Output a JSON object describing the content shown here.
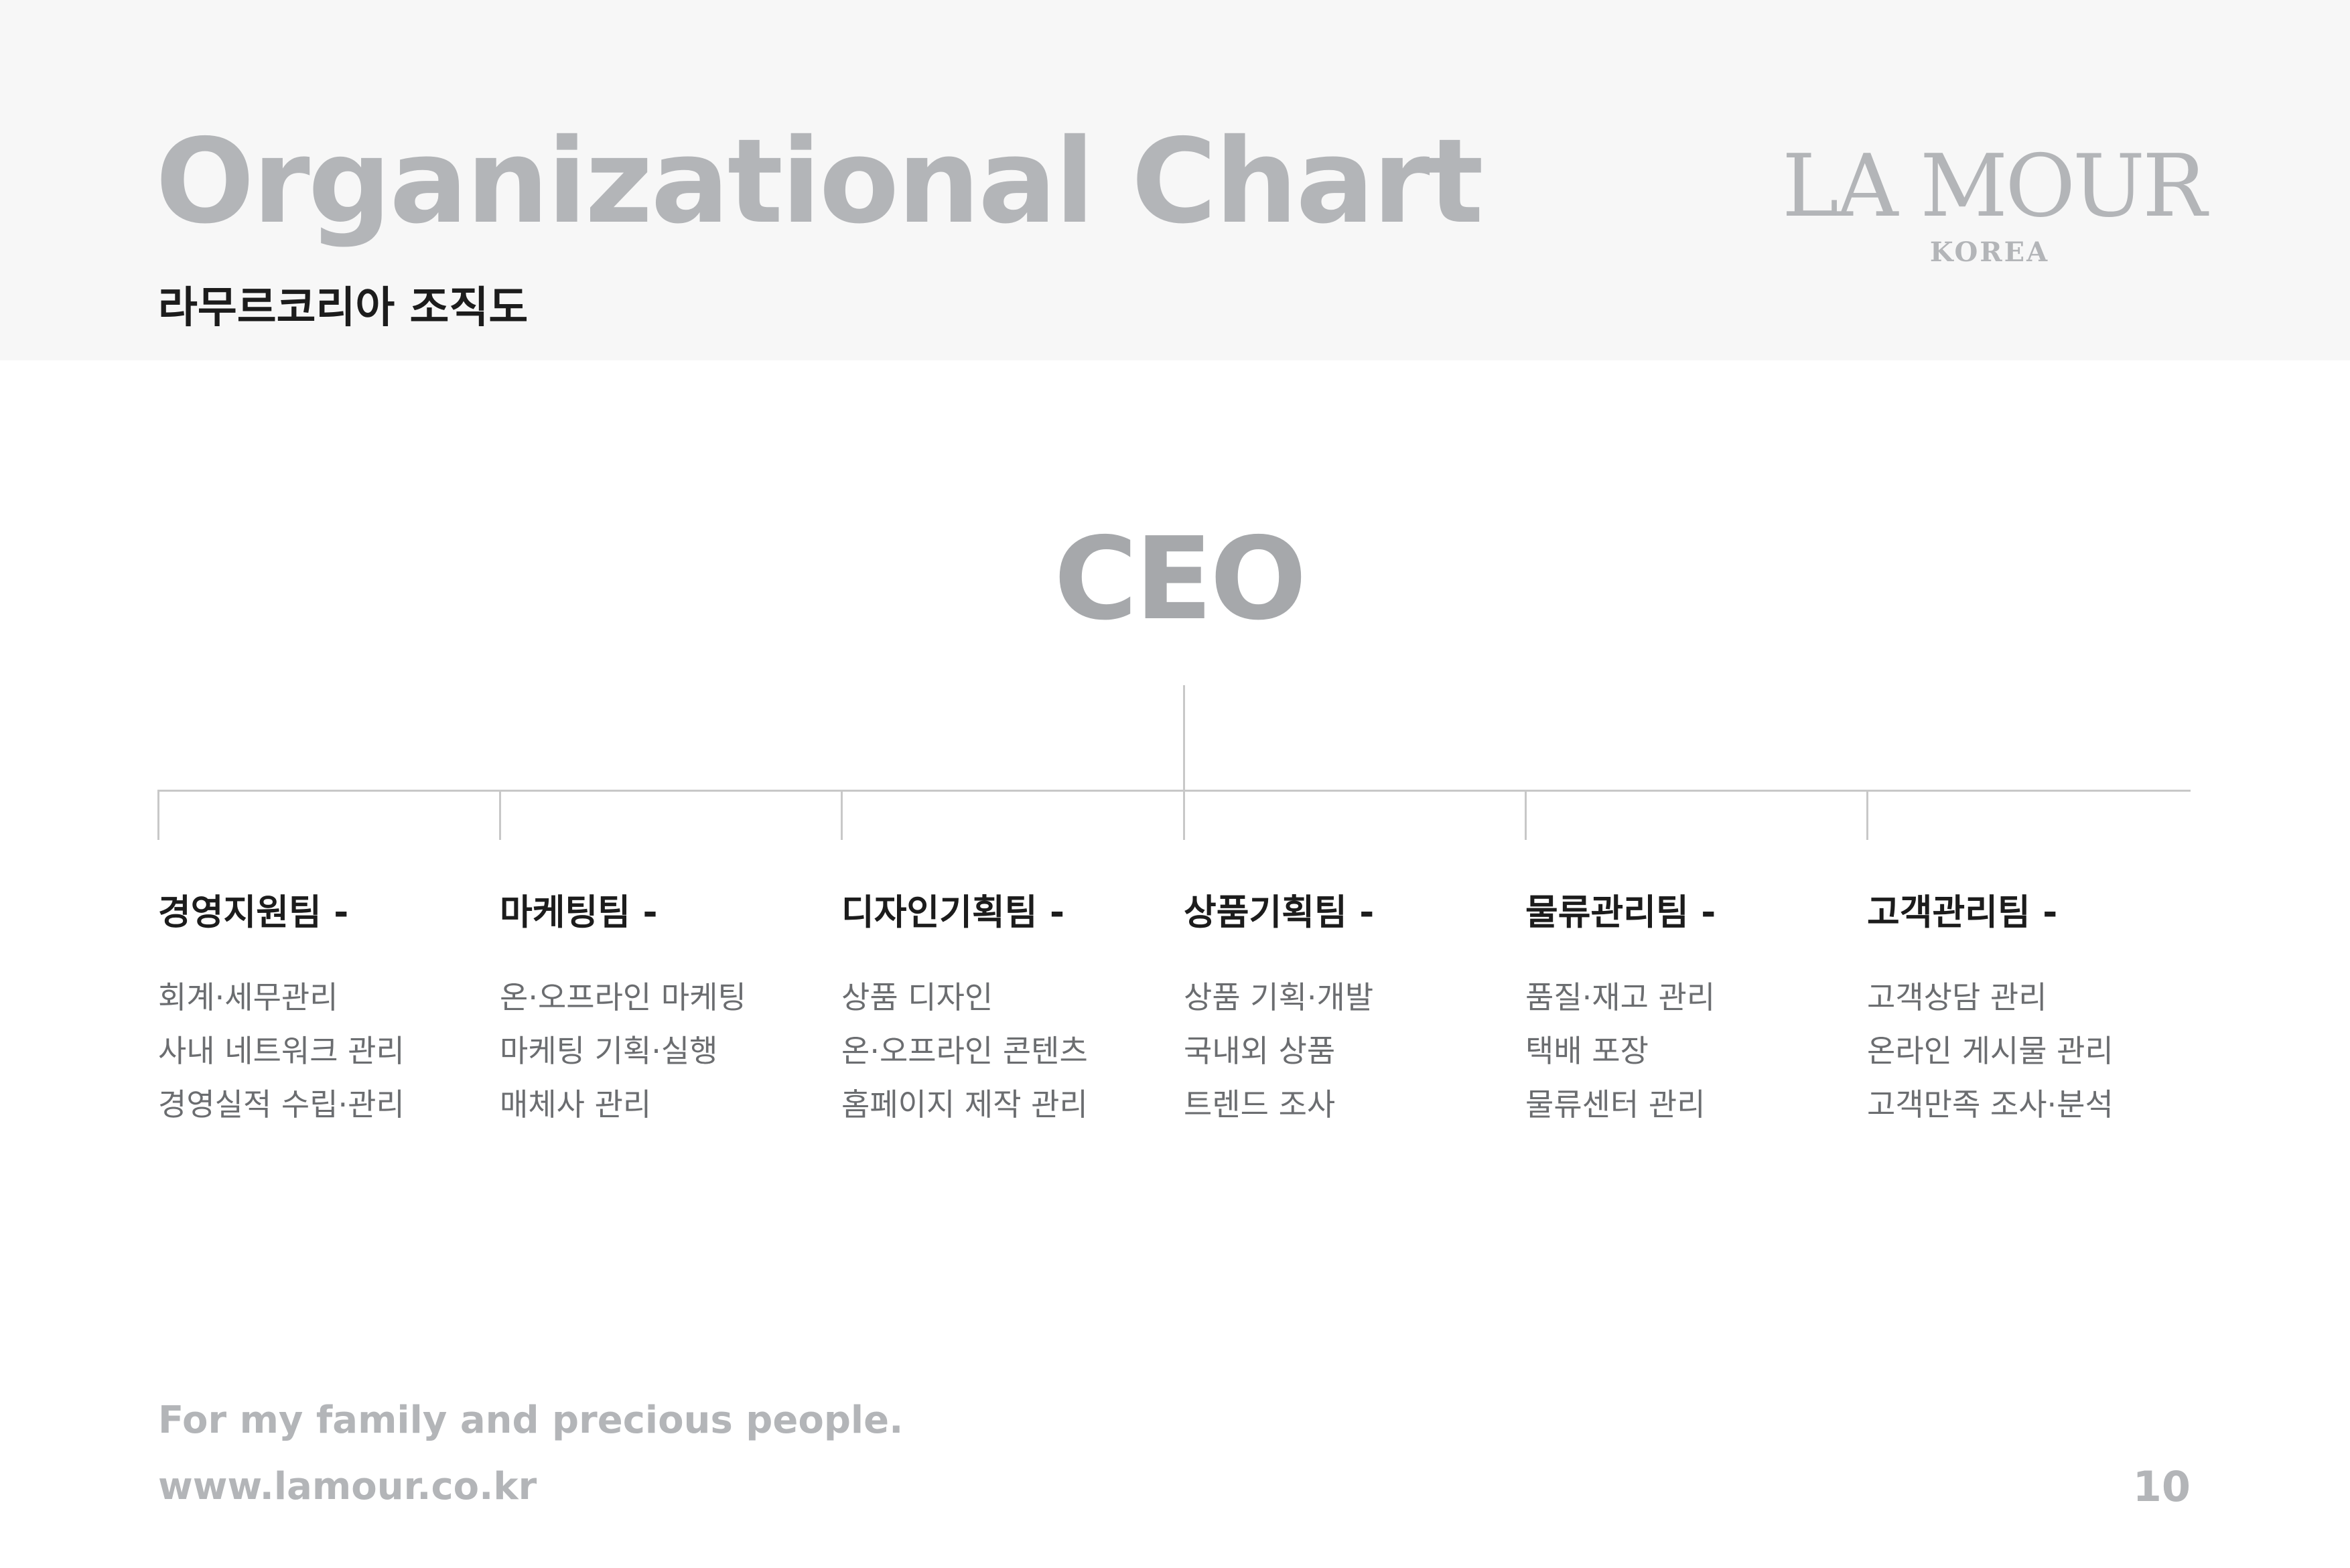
{
  "header": {
    "title": "Organizational Chart",
    "subtitle": "라무르코리아 조직도"
  },
  "logo": {
    "name": "LA MOUR",
    "sub": "KOREA"
  },
  "ceo": {
    "label": "CEO"
  },
  "teams": [
    {
      "name": "경영지원팀 -",
      "duties": [
        "회계·세무관리",
        "사내 네트워크 관리",
        "경영실적 수립·관리"
      ]
    },
    {
      "name": "마케팅팀 -",
      "duties": [
        "온·오프라인 마케팅",
        "마케팅 기획·실행",
        "매체사 관리"
      ]
    },
    {
      "name": "디자인기획팀 -",
      "duties": [
        "상품 디자인",
        "온·오프라인 콘텐츠",
        "홈페이지 제작 관리"
      ]
    },
    {
      "name": "상품기획팀 -",
      "duties": [
        "상품 기획·개발",
        "국내외 상품",
        "트렌드 조사"
      ]
    },
    {
      "name": "물류관리팀 -",
      "duties": [
        "품질·재고 관리",
        "택배 포장",
        "물류센터 관리"
      ]
    },
    {
      "name": "고객관리팀 -",
      "duties": [
        "고객상담 관리",
        "온라인 게시물 관리",
        "고객만족 조사·분석"
      ]
    }
  ],
  "footer": {
    "slogan": "For my family and precious people.",
    "website": "www.lamour.co.kr",
    "page_number": "10"
  },
  "colors": {
    "header_band": "#f7f7f7",
    "title_gray": "#b3b5b8",
    "dark_text": "#1c1c1c",
    "duty_text": "#6b6d70",
    "connector_line": "#c8c8c8"
  }
}
